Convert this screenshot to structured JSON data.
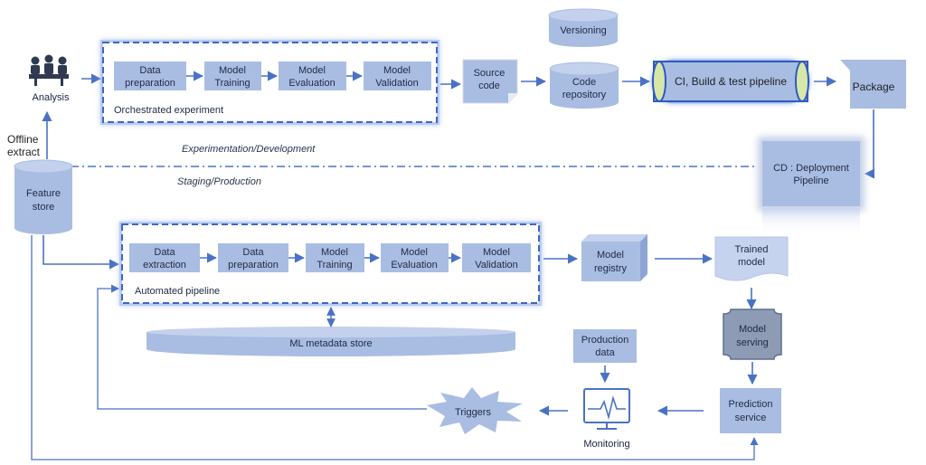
{
  "analysis": {
    "label": "Analysis"
  },
  "orchestrated": {
    "title": "Orchestrated experiment",
    "steps": [
      [
        "Data",
        "preparation"
      ],
      [
        "Model",
        "Training"
      ],
      [
        "Model",
        "Evaluation"
      ],
      [
        "Model",
        "Validation"
      ]
    ]
  },
  "source_code": [
    "Source",
    "code"
  ],
  "versioning": "Versioning",
  "code_repository": [
    "Code",
    "repository"
  ],
  "ci_pipeline": "CI, Build & test pipeline",
  "package": "Package",
  "offline_extract": [
    "Offline",
    "extract"
  ],
  "feature_store": [
    "Feature",
    "store"
  ],
  "zones": {
    "development": "Experimentation/Development",
    "production": "Staging/Production"
  },
  "cd_pipeline": [
    "CD : Deployment",
    "Pipeline"
  ],
  "automated": {
    "title": "Automated pipeline",
    "steps": [
      [
        "Data",
        "extraction"
      ],
      [
        "Data",
        "preparation"
      ],
      [
        "Model",
        "Training"
      ],
      [
        "Model",
        "Evaluation"
      ],
      [
        "Model",
        "Validation"
      ]
    ]
  },
  "model_registry": [
    "Model",
    "registry"
  ],
  "trained_model": [
    "Trained",
    "model"
  ],
  "metadata_store": "ML metadata store",
  "model_serving": [
    "Model",
    "serving"
  ],
  "production_data": [
    "Production",
    "data"
  ],
  "monitoring": "Monitoring",
  "triggers": "Triggers",
  "prediction_service": [
    "Prediction",
    "service"
  ],
  "colors": {
    "box_fill": "#a9bde3",
    "box_fill_dark": "#9fb2d9",
    "outline_blue": "#4a72c4",
    "arrow": "#4a72c4",
    "serving_fill": "#8d9bb5"
  }
}
